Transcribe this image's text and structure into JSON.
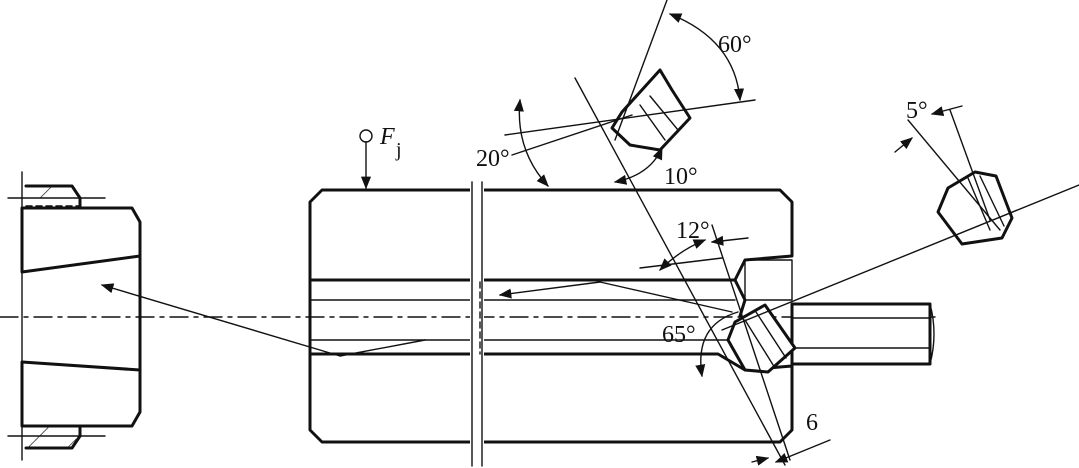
{
  "labels": {
    "force": "F",
    "force_sub": "j",
    "angle_60": "60°",
    "angle_20": "20°",
    "angle_10": "10°",
    "angle_12": "12°",
    "angle_65": "65°",
    "angle_5": "5°",
    "dim_6": "6"
  },
  "colors": {
    "ink": "#111111",
    "paper": "#ffffff"
  }
}
